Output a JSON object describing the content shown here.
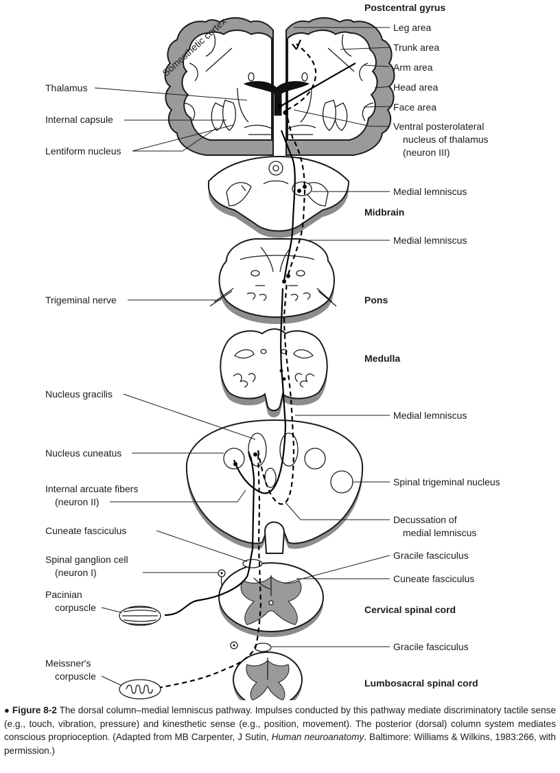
{
  "labels": {
    "postcentral_gyrus": "Postcentral gyrus",
    "somesthetic_cortex": "Somesthetic cortex",
    "leg_area": "Leg area",
    "trunk_area": "Trunk area",
    "arm_area": "Arm area",
    "head_area": "Head area",
    "face_area": "Face area",
    "thalamus": "Thalamus",
    "internal_capsule": "Internal capsule",
    "lentiform_nucleus": "Lentiform nucleus",
    "vpl_line1": "Ventral posterolateral",
    "vpl_line2": "nucleus of thalamus",
    "vpl_line3": "(neuron III)",
    "medial_lemniscus_1": "Medial lemniscus",
    "midbrain": "Midbrain",
    "medial_lemniscus_2": "Medial lemniscus",
    "trigeminal_nerve": "Trigeminal nerve",
    "pons": "Pons",
    "medulla": "Medulla",
    "nucleus_gracilis": "Nucleus gracilis",
    "medial_lemniscus_3": "Medial lemniscus",
    "nucleus_cuneatus": "Nucleus cuneatus",
    "spinal_trigeminal_nucleus": "Spinal trigeminal nucleus",
    "internal_arcuate_line1": "Internal arcuate fibers",
    "internal_arcuate_line2": "(neuron II)",
    "decussation_line1": "Decussation of",
    "decussation_line2": "medial lemniscus",
    "cuneate_fasciculus_1": "Cuneate fasciculus",
    "gracile_fasciculus_1": "Gracile fasciculus",
    "spinal_ganglion_line1": "Spinal ganglion cell",
    "spinal_ganglion_line2": "(neuron I)",
    "cuneate_fasciculus_2": "Cuneate fasciculus",
    "pacinian_line1": "Pacinian",
    "pacinian_line2": "corpuscle",
    "cervical_spinal_cord": "Cervical spinal cord",
    "gracile_fasciculus_2": "Gracile fasciculus",
    "meissner_line1": "Meissner's",
    "meissner_line2": "corpuscle",
    "lumbosacral_spinal_cord": "Lumbosacral spinal cord"
  },
  "caption": {
    "bullet": "●",
    "figure_number": "Figure 8-2",
    "text_before_italic": " The dorsal column–medial lemniscus pathway. Impulses conducted by this pathway mediate discriminatory tactile sense (e.g., touch, vibration, pressure) and kinesthetic sense (e.g., position, movement). The posterior (dorsal) column system mediates conscious proprioception. (Adapted from MB Carpenter, J Sutin, ",
    "italic": "Human neuroanatomy",
    "text_after_italic": ". Baltimore: Williams & Wilkins, 1983:266, with permission.)"
  }
}
